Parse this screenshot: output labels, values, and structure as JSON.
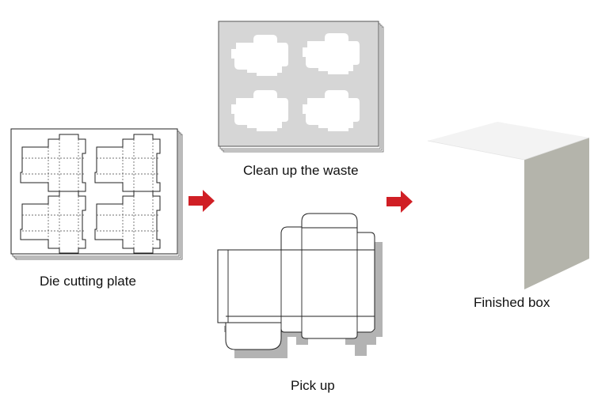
{
  "steps": {
    "die_cutting_plate": {
      "label": "Die cutting plate"
    },
    "clean_up_waste": {
      "label": "Clean up the waste"
    },
    "pick_up": {
      "label": "Pick up"
    },
    "finished_box": {
      "label": "Finished box"
    }
  },
  "colors": {
    "arrow": "#d01f25",
    "waste_sheet": "#d6d6d6",
    "outline": "#222222",
    "shadow": "#b3b3b3",
    "box_top": "#f3f3f3",
    "box_front": "#ffffff",
    "box_side": "#b4b4ab"
  },
  "icons": [
    "arrow-right-icon",
    "arrow-right-icon"
  ]
}
